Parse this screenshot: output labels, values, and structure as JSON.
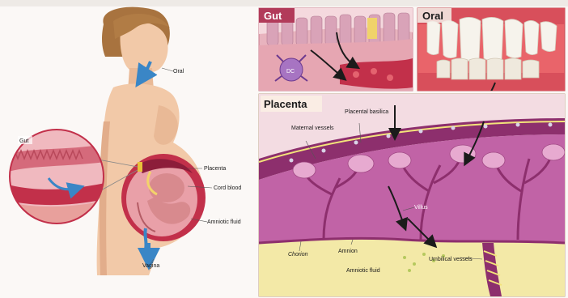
{
  "header_caption": "",
  "colors": {
    "skin": "#f2c9a8",
    "skin_shadow": "#e2ad8b",
    "hair": "#a8733f",
    "uterus": "#c2304a",
    "tissue_purple": "#9a3c8e",
    "tissue_pink": "#d27fb5",
    "yellow": "#f3e9a7",
    "arrow_blue": "#3a86c6",
    "arrow_dark": "#1b1b1b",
    "gum": "#e9646a",
    "tooth": "#f6f3ec"
  },
  "woman_labels": {
    "oral": "Oral",
    "placenta": "Placenta",
    "cord_blood": "Cord blood",
    "amniotic_fluid": "Amniotic fluid",
    "vagina": "Vagina",
    "gut": "Gut"
  },
  "gut_panel": {
    "title": "Gut",
    "dc_label": "DC"
  },
  "oral_panel": {
    "title": "Oral"
  },
  "placenta_panel": {
    "title": "Placenta",
    "maternal_vessels": "Maternal vessels",
    "placental_basilica": "Placental basilica",
    "chorion": "Chorion",
    "amnion": "Amnion",
    "amniotic_fluid": "Amniotic fluid",
    "umbilical_vessels": "Umbilical vessels",
    "villus": "Villus"
  }
}
